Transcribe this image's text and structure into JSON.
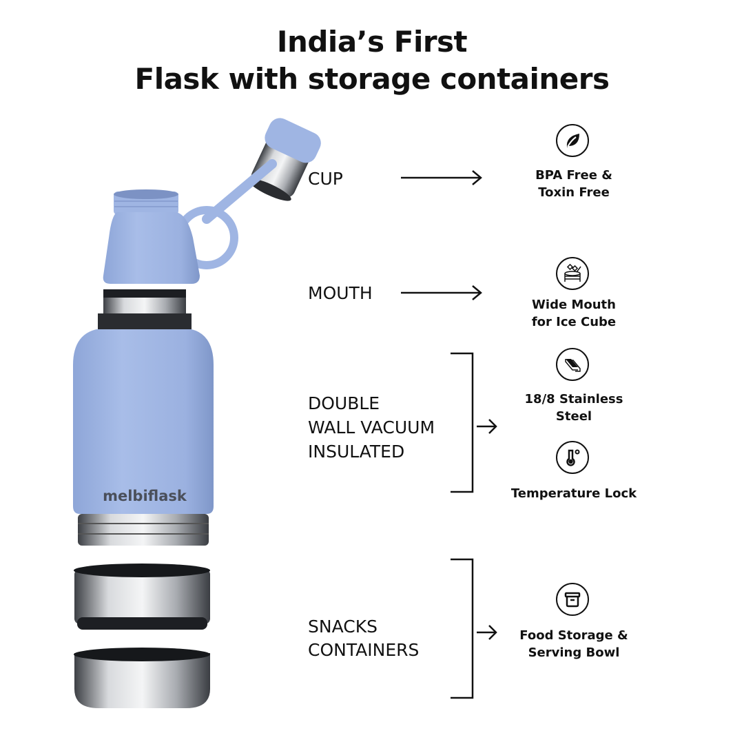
{
  "title": {
    "line1": "India’s First",
    "line2": "Flask with storage containers"
  },
  "brand": "melbiflask",
  "parts": {
    "cup": "CUP",
    "mouth": "MOUTH",
    "double_wall": [
      "DOUBLE",
      "WALL VACUUM",
      "INSULATED"
    ],
    "snacks": [
      "SNACKS",
      "CONTAINERS"
    ]
  },
  "features": [
    {
      "icon": "leaf-icon",
      "lines": [
        "BPA Free &",
        "Toxin Free"
      ]
    },
    {
      "icon": "ice-cube-jar-icon",
      "lines": [
        "Wide Mouth",
        "for Ice Cube"
      ]
    },
    {
      "icon": "steel-sheets-icon",
      "lines": [
        "18/8 Stainless",
        "Steel"
      ]
    },
    {
      "icon": "thermometer-icon",
      "lines": [
        "Temperature Lock"
      ]
    },
    {
      "icon": "food-container-icon",
      "lines": [
        "Food Storage &",
        "Serving Bowl"
      ]
    }
  ],
  "colors": {
    "flask_blue": "#9fb5e3",
    "steel": "#b9bcc0",
    "text": "#111111"
  }
}
